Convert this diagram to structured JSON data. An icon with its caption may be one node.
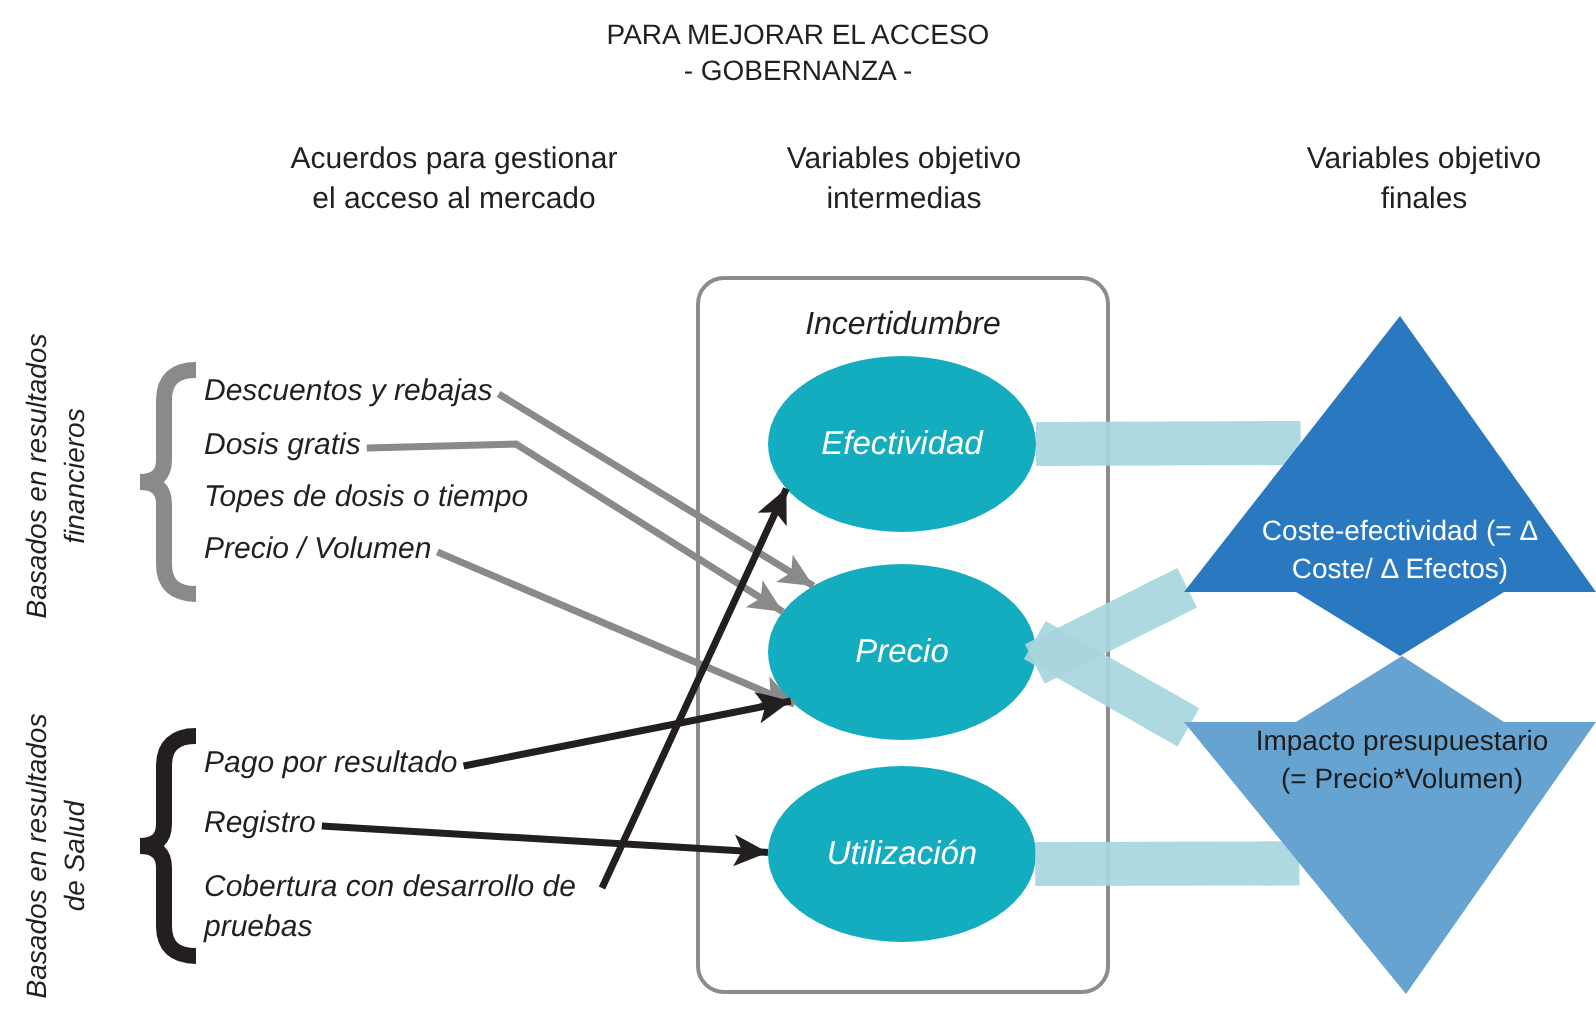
{
  "diagram": {
    "title": "PARA MEJORAR EL ACCESO - GOBERNANZA -",
    "nodes": [
      {
        "text": [
          "Incertidumbre"
        ]
      },
      {
        "text": [
          "Efectividad"
        ],
        "in": 0
      },
      {
        "text": [
          "Precio"
        ],
        "in": 0
      },
      {
        "text": [
          "Utilización"
        ],
        "in": 0
      },
      {
        "text": [
          "Coste-efectividad (= Δ Coste/ Δ Efectos)"
        ]
      },
      {
        "text": [
          "Impacto presupuestario (= Precio*Volumen)"
        ]
      },
      {
        "text": [
          "Descuentos y rebajas"
        ]
      },
      {
        "text": [
          "Dosis gratis"
        ]
      },
      {
        "text": [
          "Topes de dosis o tiempo"
        ]
      },
      {
        "text": [
          "Precio / Volumen"
        ]
      },
      {
        "text": [
          "Pago por resultado"
        ]
      },
      {
        "text": [
          "Registro"
        ]
      },
      {
        "text": [
          "Cobertura con desarrollo de pruebas"
        ]
      }
    ],
    "edges": [
      {
        "from": 6,
        "to": 2,
        "arrow": "to",
        "color": "#8a8a8b"
      },
      {
        "from": 7,
        "to": 2,
        "arrow": "to",
        "color": "#8a8a8b"
      },
      {
        "from": 9,
        "to": 2,
        "arrow": "to",
        "color": "#8a8a8b"
      },
      {
        "from": 10,
        "to": 2,
        "arrow": "to",
        "color": "#231f20"
      },
      {
        "from": 11,
        "to": 3,
        "arrow": "to",
        "color": "#231f20"
      },
      {
        "from": 12,
        "to": 1,
        "arrow": "to",
        "color": "#231f20"
      },
      {
        "from": 1,
        "to": 4,
        "arrow": "to",
        "style": "thick",
        "color": "#a9d6de"
      },
      {
        "from": 2,
        "to": 4,
        "arrow": "to",
        "style": "thick",
        "color": "#a9d6de"
      },
      {
        "from": 2,
        "to": 5,
        "arrow": "to",
        "style": "thick",
        "color": "#a9d6de"
      },
      {
        "from": 3,
        "to": 5,
        "arrow": "to",
        "style": "thick",
        "color": "#a9d6de"
      }
    ],
    "labels": [
      "Acuerdos para gestionar el acceso al mercado",
      "Variables objetivo intermedias",
      "Variables objetivo finales",
      "Basados en resultados financieros",
      "Basados en resultados de Salud"
    ]
  }
}
